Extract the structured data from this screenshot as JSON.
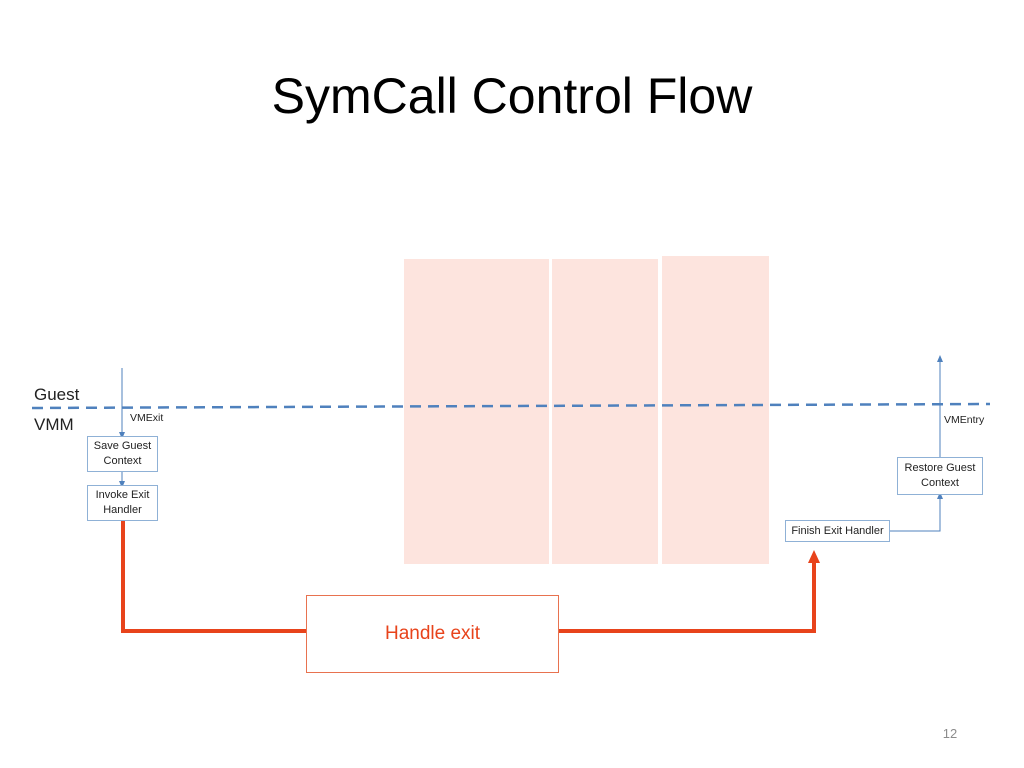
{
  "slide": {
    "title": "SymCall Control Flow",
    "page_number": "12"
  },
  "layers": {
    "guest": "Guest",
    "vmm": "VMM"
  },
  "transitions": {
    "vmexit": "VMExit",
    "vmentry": "VMEntry"
  },
  "steps": {
    "save_guest_context": "Save Guest Context",
    "invoke_exit_handler": "Invoke Exit Handler",
    "handle_exit": "Handle exit",
    "finish_exit_handler": "Finish Exit Handler",
    "restore_guest_context": "Restore Guest Context"
  },
  "colors": {
    "boundary_line": "#4f81bd",
    "thin_arrow": "#4f81bd",
    "handler_path": "#e8431b",
    "panel_fill": "#fde4de"
  }
}
